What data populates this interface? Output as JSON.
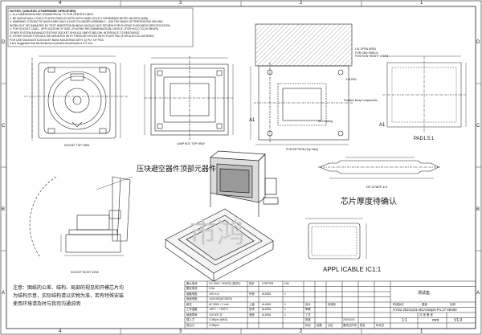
{
  "border": {
    "top_numbers": [
      "4",
      "3",
      "2",
      "1"
    ],
    "bottom_numbers": [
      "4",
      "3",
      "2",
      "1"
    ],
    "left_letters": [
      "D",
      "C",
      "B",
      "A"
    ],
    "right_letters": [
      "D",
      "C",
      "B",
      "A"
    ]
  },
  "notes": {
    "title": "NOTES: (UNLESS OTHERWISE SPECIFIED)",
    "lines": [
      "1. ALL DIMENSIONS ARE SYMMETRICAL TO THE CENTER LINES.",
      "2. BE INDIVIDUALLY GOLD PLATED PADS (PLATED WITH HARD GOLD 0.00118MM(30 MICRO INCHES) (MIN).",
      "3. WARNING: CONTACTS WHICH ARE ONLY A DUST PLUNGER ASSEMBLY... (ON THE BASIS OF PREVENTING DIE AND",
      "WORN OUT OR DAMAGED BY TEST INSERTION BUNDLE SHOULD NOT REVIEW FOR PLATING THICKNESS SPECIFICATION.",
      "4. FOR SOCKET LEAD... APPLICATION OF SIZE. (PLATING RECOMMENDATION: DEVICE, (FOR HOLD TO) SCREWS)",
      "OTHER SYSTEM ADVANCE/TESTING SOCKET SHOULD OBEYS BELOW: INTERFACE TO RESOURCE",
      "5. OTHER SOCKET SHOULD BE MOUNTED WITH THROUGH HOLES WITH PLATE PAD (FOR ALSO SO SCREWS)",
      "FOR USE DIAGNOSTIC/SOCKET BASE MOUNTING WITH (1) PLY OF PCB.",
      "3.8 is Suggested that the thickness of printed circuit board is 2.0 mm."
    ]
  },
  "views": {
    "socket_top": "SOCKET TOP VIEW",
    "lamp_box_top": "LAMP BOX TOP VIEW",
    "pcb_pattern": "PCB PATTERN (Top View)",
    "socket_right": "SOCKET RIGHT VIEW",
    "pad": "PAD1.5:1",
    "dp_label": "DP-D78EF-6.3",
    "a1_left": "A1",
    "a1_right": "A1"
  },
  "pcb_callouts": [
    "L01 OPEN AREA",
    "FOR GND SHIELD",
    "POSITION HEIGHT 3.5MM",
    "Y=8 PAD",
    "Possible Body Components",
    "No Drawing"
  ],
  "chinese": {
    "press_block": "压块避空器件顶部元器件",
    "chip_thickness": "芯片厚度待确认",
    "applicable": "APPL ICABLE IC1:1",
    "note_line1": "注意：图纸的公差、结构、局部的视见和开模芯片均",
    "note_line2": "为结构示意，实际结构请以实物为准，若有特殊安装",
    "note_line3": "使用环境请及时与我司沟通说明",
    "watermark": "市鸿"
  },
  "title_block": {
    "spec_rows": [
      [
        "最大电流",
        "DC 300V / 3000次 (测试1)"
      ],
      [
        "额定电流",
        "0.5A"
      ],
      [
        "接触电阻",
        "100 m Ω"
      ],
      [
        "绝缘电阻",
        "1000 MΩ(DC500V)"
      ],
      [
        "耐压",
        "AC 500V / 1 min"
      ],
      [
        "工作温度",
        "-45°C ~ +150°C"
      ],
      [
        "使用寿命",
        "100,000 次"
      ],
      [
        "插入力",
        "0.3N/pin (MAX)"
      ],
      [
        "拔出力",
        "0.3N/pin"
      ]
    ],
    "material_rows": [
      [
        "探针",
        "COPPER",
        "154"
      ],
      [
        "外壳",
        "AL6061",
        "1"
      ],
      [
        "上盖",
        "AL6061",
        "1"
      ],
      [
        "压块",
        "AL6061",
        "1"
      ],
      [
        "底座",
        "AL6061",
        "1"
      ]
    ],
    "header_cells": [
      "标记",
      "处数",
      "分区",
      "更改文件号",
      "签名",
      "年月日"
    ],
    "labels": [
      "设计",
      "审核",
      "工艺",
      "批准",
      "标准化"
    ],
    "date": "20241101",
    "part_number": "HYD2-20241101-BGA154pin-P1.27-45X60",
    "company": "测试座",
    "scale_label": "比例",
    "scale": "1:1",
    "sheet_label": "共 张 第 张",
    "unit": "mm",
    "version": "V1.0",
    "stage_label": "阶段标记",
    "weight_label": "重量"
  }
}
